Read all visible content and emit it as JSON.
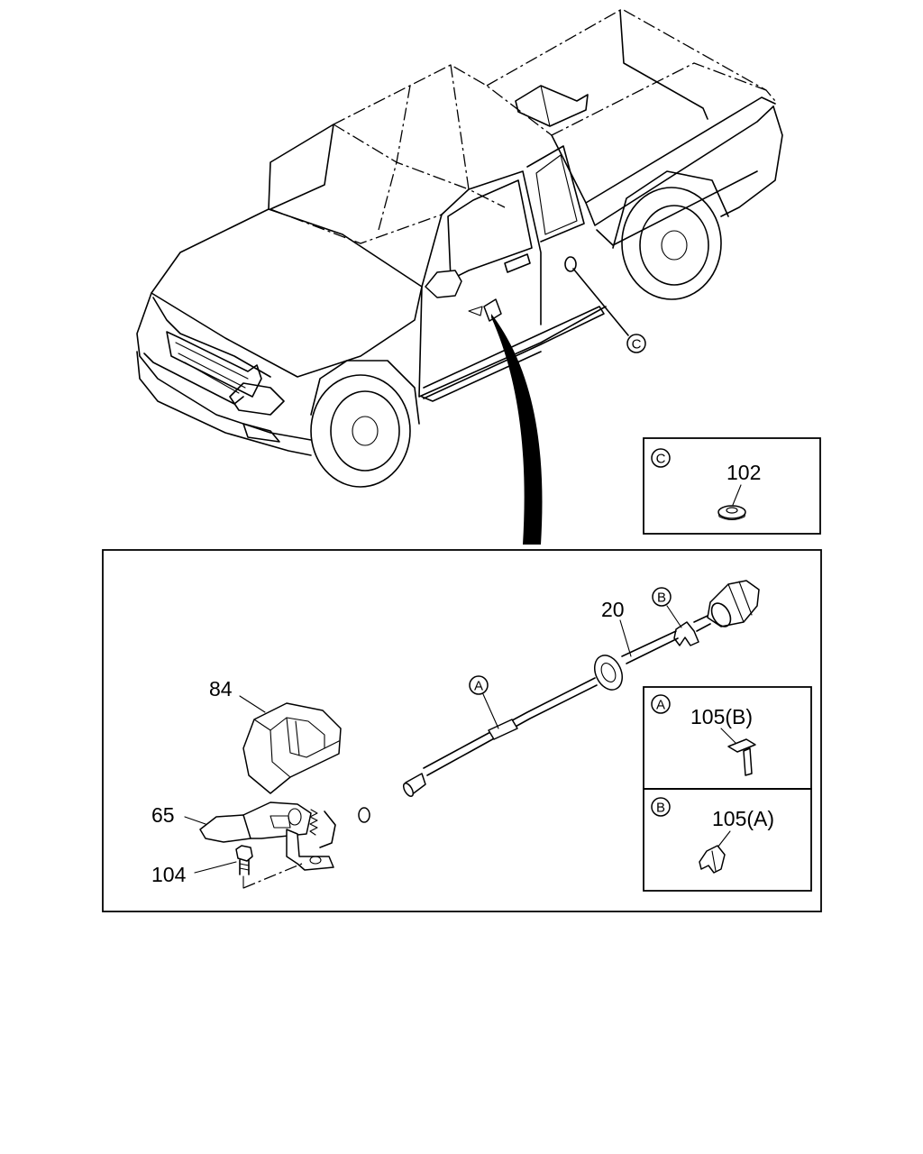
{
  "callouts": {
    "c_main": "C",
    "c_inset": "C",
    "a_main": "A",
    "a_inset": "A",
    "b_main": "B",
    "b_inset": "B"
  },
  "parts": {
    "p102": "102",
    "p20": "20",
    "p84": "84",
    "p65": "65",
    "p104": "104",
    "p105b": "105(B)",
    "p105a": "105(A)"
  },
  "colors": {
    "line": "#000000",
    "background": "#ffffff"
  }
}
